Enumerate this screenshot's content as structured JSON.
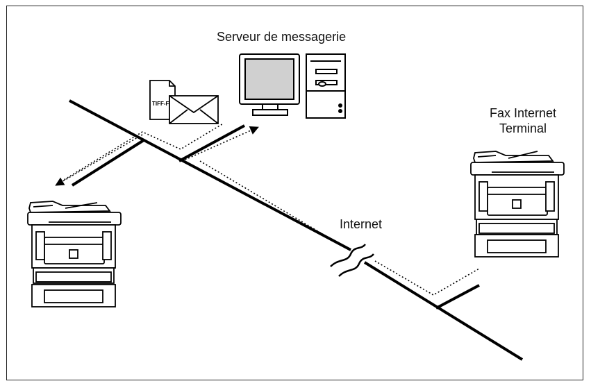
{
  "labels": {
    "mail_server": "Serveur de messagerie",
    "internet": "Internet",
    "fax_terminal_line1": "Fax Internet",
    "fax_terminal_line2": "Terminal",
    "attachment_format": "TIFF-F"
  },
  "icons": {
    "mail_server": "desktop-computer-icon",
    "attachment": "tiff-document-icon",
    "email": "envelope-icon",
    "sender_device": "multifunction-printer-icon",
    "receiver_device": "multifunction-printer-icon"
  },
  "colors": {
    "line": "#000000",
    "screen": "#d0d0d0",
    "device_fill": "#ffffff"
  }
}
